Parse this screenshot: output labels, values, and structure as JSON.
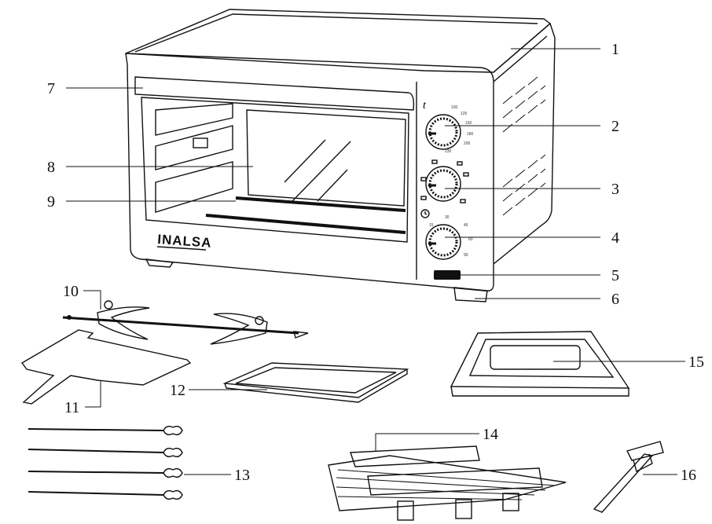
{
  "brand": "INALSA",
  "callouts": [
    "1",
    "2",
    "3",
    "4",
    "5",
    "6",
    "7",
    "8",
    "9",
    "10",
    "11",
    "12",
    "13",
    "14",
    "15",
    "16"
  ],
  "dial_ticks": {
    "temperature": [
      "100",
      "125",
      "150",
      "180",
      "200",
      "230"
    ],
    "timer": [
      "15",
      "30",
      "45",
      "60",
      "90"
    ]
  }
}
